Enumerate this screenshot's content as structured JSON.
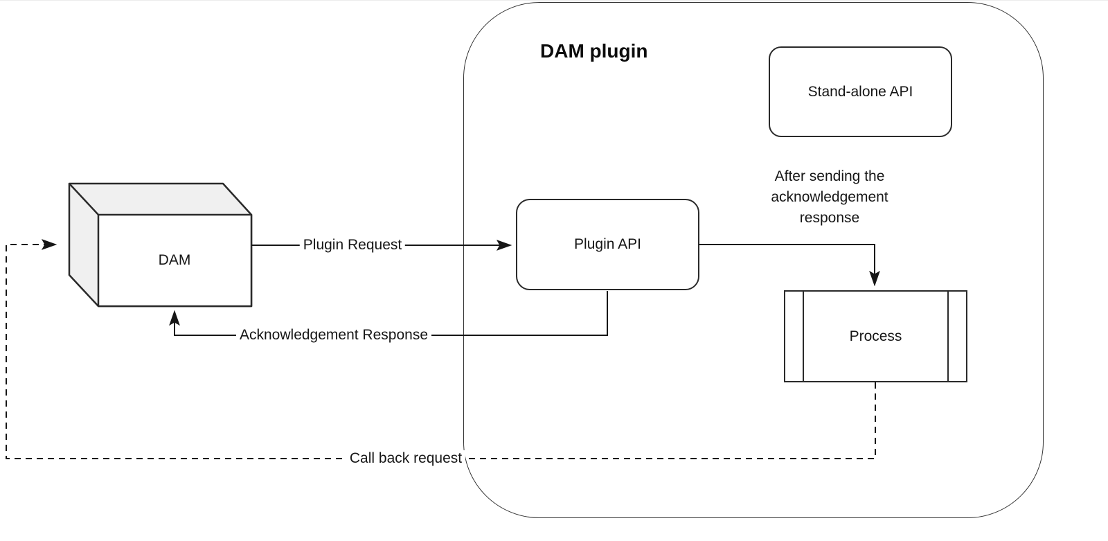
{
  "diagram": {
    "container": {
      "label": "DAM plugin"
    },
    "nodes": {
      "dam": {
        "label": "DAM",
        "shape": "cube"
      },
      "stand_alone_api": {
        "label": "Stand-alone API",
        "shape": "rounded-rectangle"
      },
      "plugin_api": {
        "label": "Plugin API",
        "shape": "rounded-rectangle"
      },
      "process": {
        "label": "Process",
        "shape": "predefined-process"
      }
    },
    "edges": {
      "plugin_request": {
        "label": "Plugin Request",
        "style": "solid",
        "from": "DAM",
        "to": "Plugin API"
      },
      "acknowledgement_response": {
        "label": "Acknowledgement Response",
        "style": "solid",
        "from": "Plugin API",
        "to": "DAM"
      },
      "plugin_to_process": {
        "label": "",
        "style": "solid",
        "from": "Plugin API",
        "to": "Process"
      },
      "call_back_request": {
        "label": "Call back request",
        "style": "dashed",
        "from": "Process",
        "to": "DAM"
      }
    },
    "annotations": {
      "after_note": {
        "text": "After sending the acknowledgement response"
      }
    },
    "colors": {
      "stroke": "#2a2a2a",
      "container_stroke": "#333333",
      "cube_side_fill": "#f0f0f0",
      "background": "#ffffff",
      "text": "#161616"
    }
  }
}
